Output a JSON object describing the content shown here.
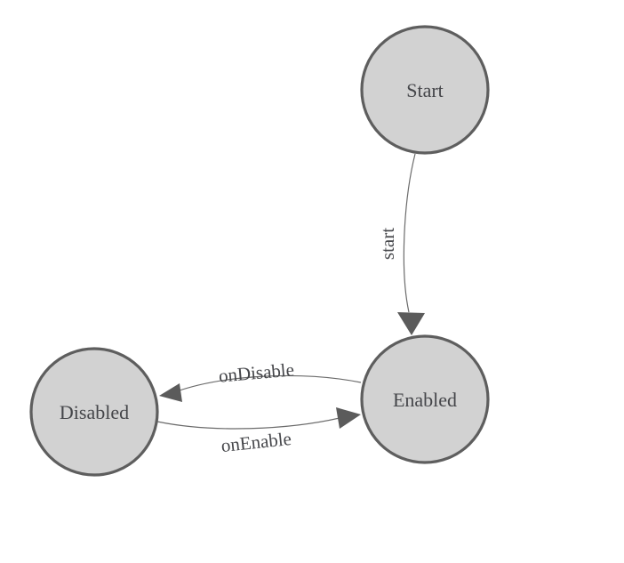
{
  "diagram": {
    "type": "finite-state-machine",
    "background": "#ffffff",
    "colors": {
      "node_fill": "#d2d2d2",
      "node_stroke": "#5e5e5e",
      "edge_line": "#6b6b6b",
      "arrowhead": "#5b5b5b",
      "text": "#45464a"
    },
    "nodes": [
      {
        "id": "start",
        "label": "Start"
      },
      {
        "id": "enabled",
        "label": "Enabled"
      },
      {
        "id": "disabled",
        "label": "Disabled"
      }
    ],
    "edges": [
      {
        "from": "start",
        "to": "enabled",
        "label": "start"
      },
      {
        "from": "enabled",
        "to": "disabled",
        "label": "onDisable"
      },
      {
        "from": "disabled",
        "to": "enabled",
        "label": "onEnable"
      }
    ]
  }
}
